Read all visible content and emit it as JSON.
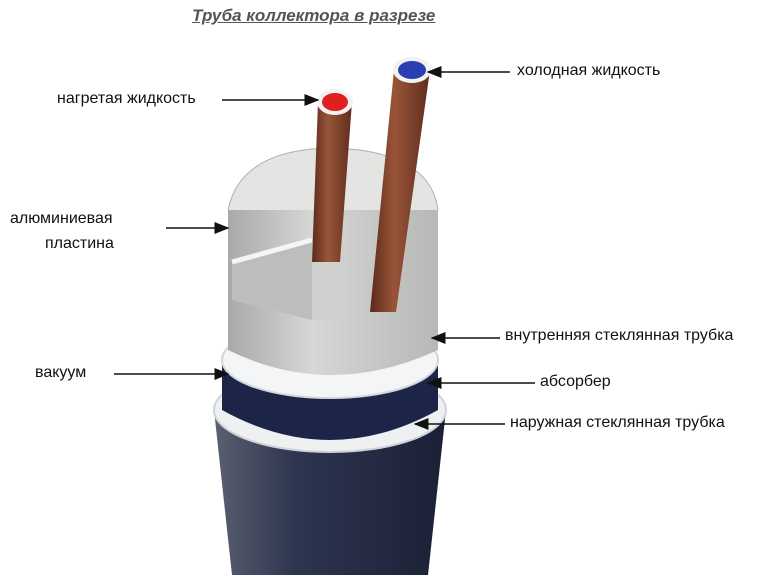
{
  "title": "Труба коллектора в разрезе",
  "labels": {
    "hot_fluid": "нагретая жидкость",
    "cold_fluid": "холодная жидкость",
    "aluminum_plate_line1": "алюминиевая",
    "aluminum_plate_line2": "пластина",
    "vacuum": "вакуум",
    "inner_glass_tube": "внутренняя стеклянная трубка",
    "absorber": "абсорбер",
    "outer_glass_tube": "наружная стеклянная трубка"
  },
  "colors": {
    "hot": "#e02020",
    "cold": "#2a3fb0",
    "copper": "#7a3f2a",
    "absorber": "#1c2447",
    "aluminum": "#c8c8c6"
  }
}
